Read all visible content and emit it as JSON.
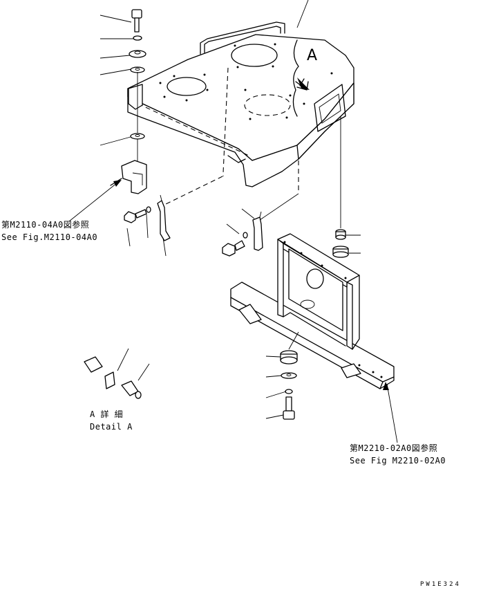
{
  "callouts": {
    "ref_upper_jp": "第M2110-04A0図参照",
    "ref_upper_en": "See Fig.M2110-04A0",
    "ref_lower_jp": "第M2210-02A0図参照",
    "ref_lower_en": "See Fig M2210-02A0",
    "detail_jp": "A 詳 細",
    "detail_en": "Detail A",
    "view_marker": "A"
  },
  "drawing_code": "PW1E324"
}
